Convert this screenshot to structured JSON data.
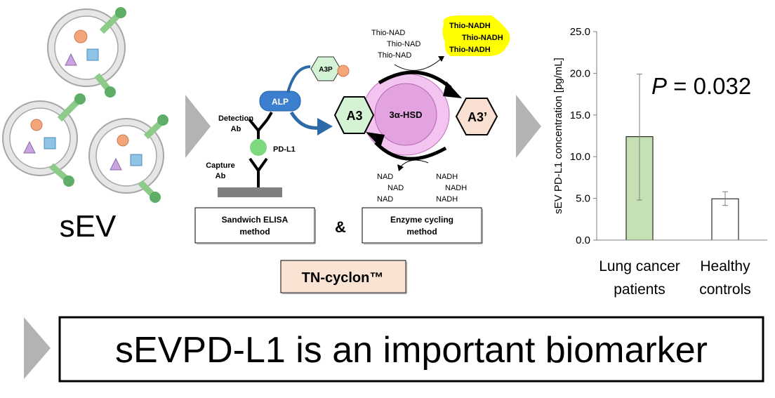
{
  "sev": {
    "label": "sEV"
  },
  "elisa": {
    "detection_ab": [
      "Detection",
      "Ab"
    ],
    "capture_ab": [
      "Capture",
      "Ab"
    ],
    "pd_l1": "PD-L1",
    "alp": "ALP",
    "a3p": "A3P",
    "box_label": [
      "Sandwich ELISA",
      "method"
    ]
  },
  "cycling": {
    "a3": "A3",
    "enzyme": "3α-HSD",
    "a3_prime": "A3’",
    "thio_nad": [
      "Thio-NAD",
      "Thio-NAD",
      "Thio-NAD"
    ],
    "thio_nadh": [
      "Thio-NADH",
      "Thio-NADH",
      "Thio-NADH"
    ],
    "nad": [
      "NAD",
      "NAD",
      "NAD"
    ],
    "nadh": [
      "NADH",
      "NADH",
      "NADH"
    ],
    "box_label": [
      "Enzyme cycling",
      "method"
    ]
  },
  "ampersand": "&",
  "tn_cyclon": "TN-cyclon™",
  "conclusion": "sEVPD-L1 is an important biomarker",
  "colors": {
    "green": "#8ccb88",
    "green_dark": "#5fae68",
    "orange": "#f4a57a",
    "blue_square": "#8fc3e6",
    "purple_triangle": "#c9a4e0",
    "alp_blue": "#3d7fcf",
    "arrow_blue": "#2d6aa8",
    "hex_green": "#d4f2d4",
    "hex_peach": "#f9e0d2",
    "enzyme_pink": "#e3a3e0",
    "yellow": "#ffff00",
    "tn_bg": "#fbe3d4",
    "chevron_gray": "#b3b3b3"
  },
  "chart_data": {
    "type": "bar",
    "categories": [
      [
        "Lung cancer",
        "patients"
      ],
      [
        "Healthy",
        "controls"
      ]
    ],
    "values": [
      12.4,
      4.95
    ],
    "errors": [
      [
        4.8,
        19.9
      ],
      [
        4.15,
        5.8
      ]
    ],
    "bar_colors": [
      "#c5e0b3",
      "#ffffff"
    ],
    "ylabel": "sEV PD-L1 concentration [pg/mL]",
    "ylim": [
      0,
      25
    ],
    "yticks": [
      "0.0",
      "5.0",
      "10.0",
      "15.0",
      "20.0",
      "25.0"
    ],
    "annotation": {
      "italic": "P",
      "text": " = 0.032"
    },
    "grid": false
  }
}
